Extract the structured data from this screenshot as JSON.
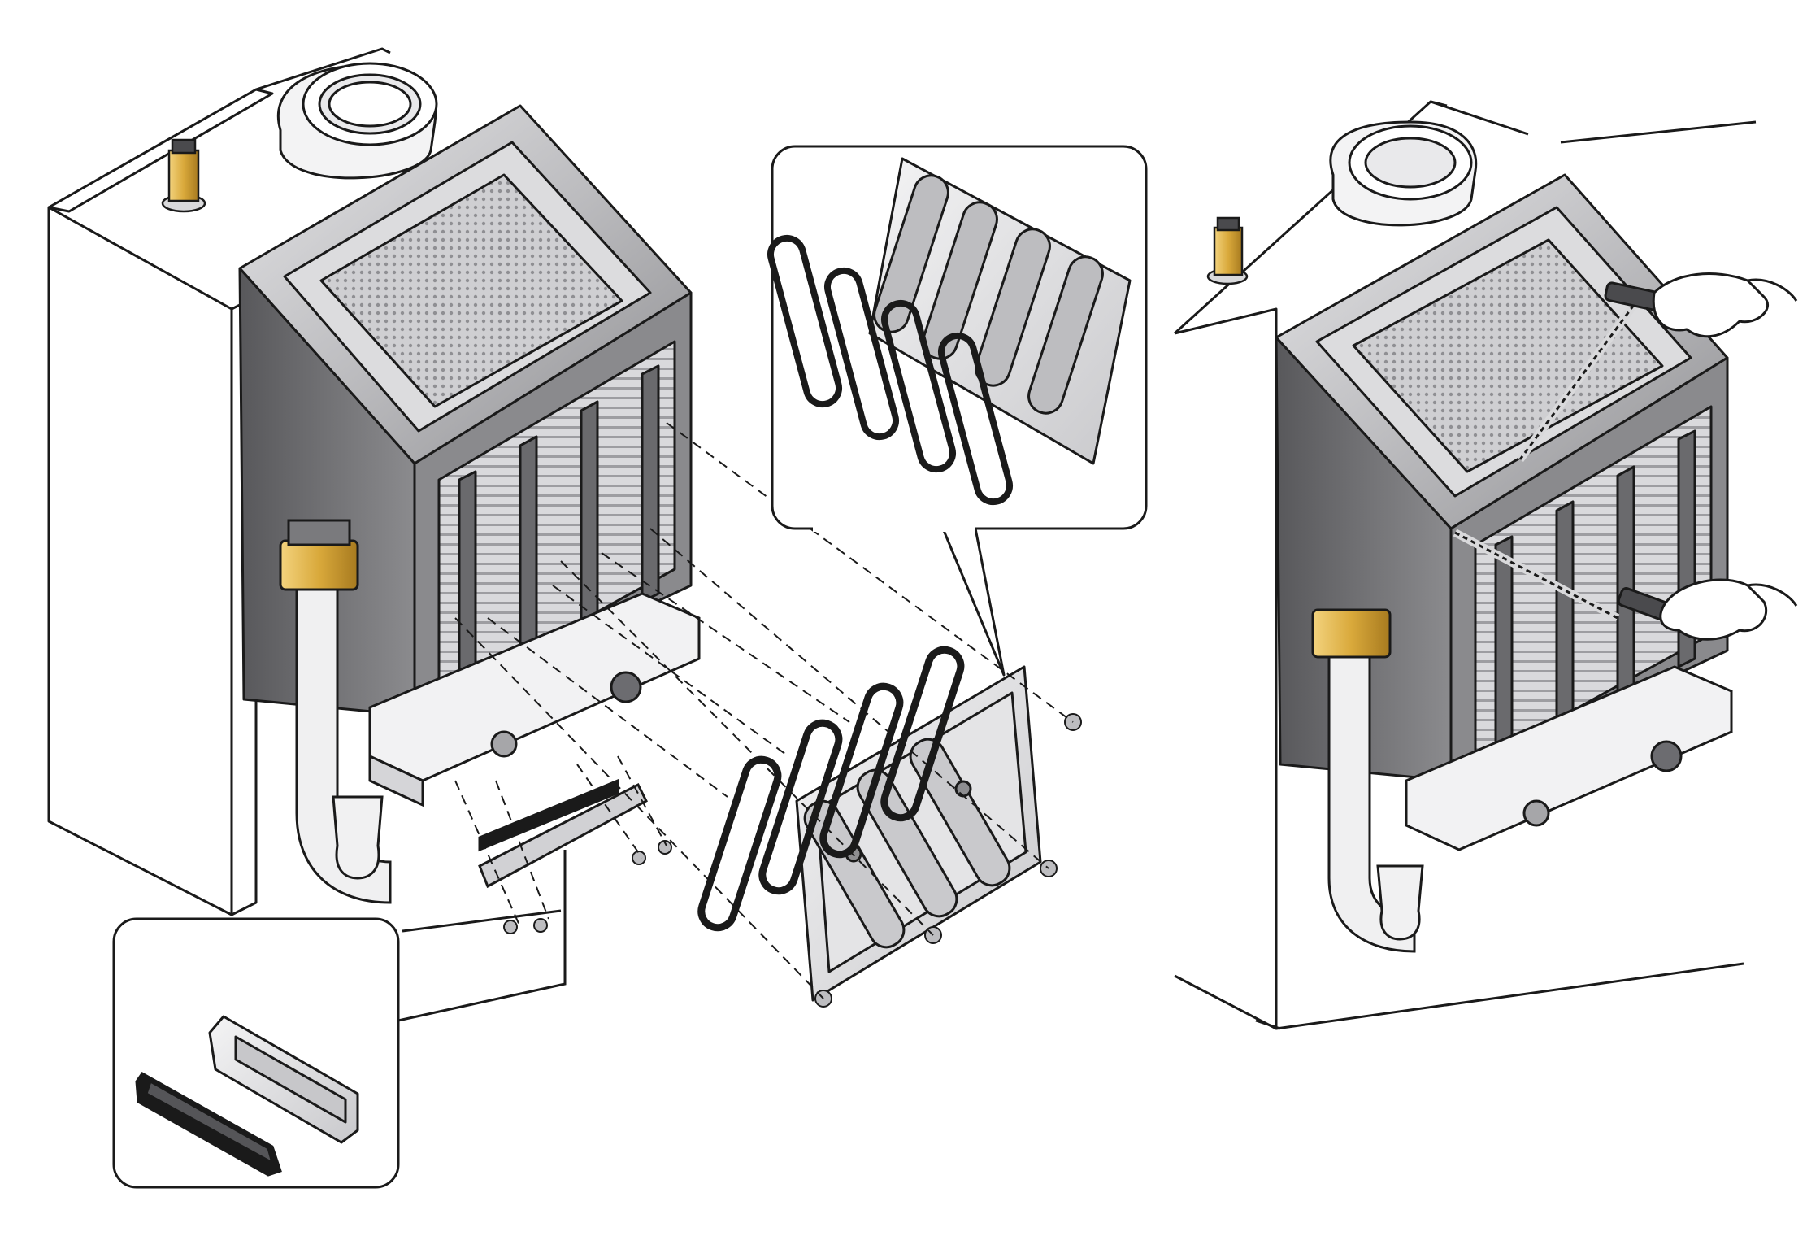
{
  "figure": {
    "panels": [
      {
        "name": "exploded-view-heat-exchanger"
      },
      {
        "name": "detail-callout-rear-cover-gaskets"
      },
      {
        "name": "detail-callout-inspection-cover-gasket"
      },
      {
        "name": "cleaning-with-brush-view"
      }
    ],
    "colors": {
      "line": "#1a1a1a",
      "casing": "#ffffff",
      "body_dark": "#6e6e70",
      "body_mid": "#a9a9ab",
      "body_light": "#d7d7d9",
      "brass": "#e0b24a",
      "gasket": "#1a1a1a",
      "accent_red": "#c0392b"
    },
    "icons": [
      "gasket-icon",
      "cover-plate-icon",
      "nut-icon",
      "air-vent-icon",
      "brush-icon",
      "hand-icon"
    ]
  }
}
